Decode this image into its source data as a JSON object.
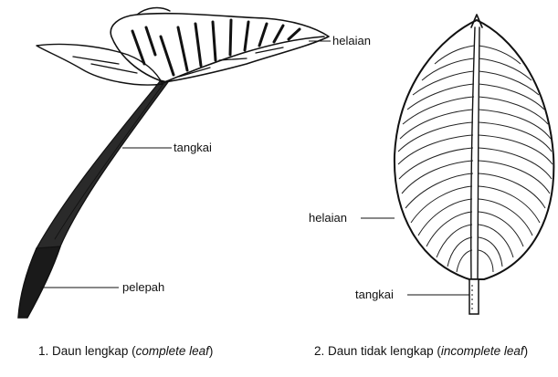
{
  "figure_1": {
    "labels": {
      "blade": "helaian",
      "petiole": "tangkai",
      "sheath": "pelepah"
    },
    "caption": {
      "prefix": "1. Daun lengkap (",
      "italic": "complete leaf",
      "suffix": ")"
    }
  },
  "figure_2": {
    "labels": {
      "blade": "helaian",
      "petiole": "tangkai"
    },
    "caption": {
      "prefix": "2. Daun tidak lengkap (",
      "italic": "incomplete leaf",
      "suffix": ")"
    }
  }
}
